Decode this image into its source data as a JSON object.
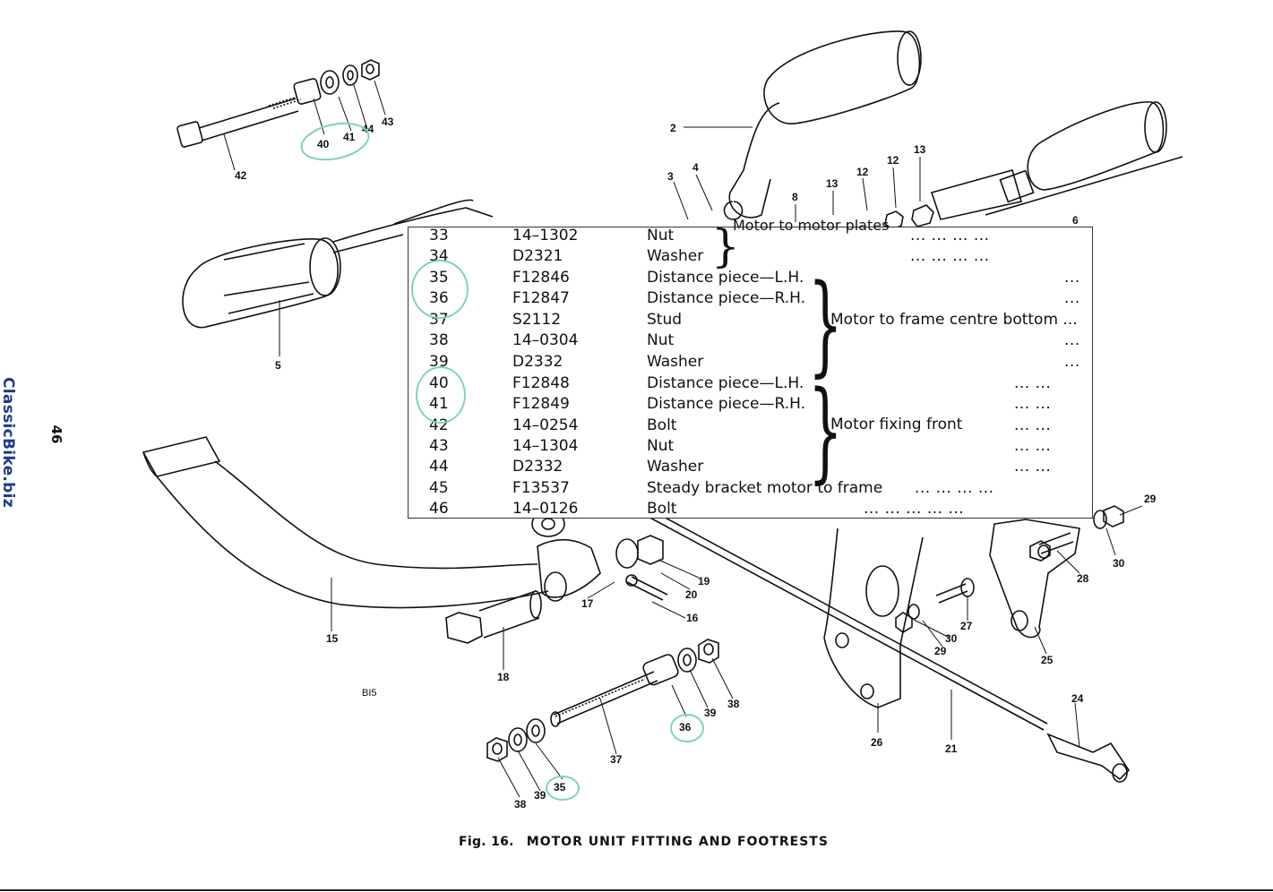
{
  "brand": "ClassicBike.biz",
  "page_number": "46",
  "figure_ref": "BI5",
  "caption": {
    "number": "Fig. 16.",
    "title": "MOTOR UNIT FITTING AND FOOTRESTS"
  },
  "callouts": [
    "2",
    "3",
    "4",
    "5",
    "6",
    "8",
    "12",
    "13",
    "15",
    "16",
    "17",
    "18",
    "19",
    "20",
    "21",
    "24",
    "25",
    "26",
    "27",
    "28",
    "29",
    "30",
    "35",
    "36",
    "37",
    "38",
    "39",
    "40",
    "41",
    "42",
    "43",
    "44"
  ],
  "parts_list": {
    "header_partial": "Motor to motor plates",
    "rows": [
      {
        "no": "33",
        "part": "14–1302",
        "desc": "Nut",
        "dots": "... ... ... ..."
      },
      {
        "no": "34",
        "part": "D2321",
        "desc": "Washer",
        "dots": "... ... ... ..."
      },
      {
        "no": "35",
        "part": "F12846",
        "desc": "Distance piece—L.H.",
        "dots": "..."
      },
      {
        "no": "36",
        "part": "F12847",
        "desc": "Distance piece—R.H.",
        "dots": "..."
      },
      {
        "no": "37",
        "part": "S2112",
        "desc": "Stud",
        "dots": "..."
      },
      {
        "no": "38",
        "part": "14–0304",
        "desc": "Nut",
        "dots": "..."
      },
      {
        "no": "39",
        "part": "D2332",
        "desc": "Washer",
        "dots": "..."
      },
      {
        "no": "40",
        "part": "F12848",
        "desc": "Distance piece—L.H.",
        "dots": "... ..."
      },
      {
        "no": "41",
        "part": "F12849",
        "desc": "Distance piece—R.H.",
        "dots": "... ..."
      },
      {
        "no": "42",
        "part": "14–0254",
        "desc": "Bolt",
        "dots": "... ..."
      },
      {
        "no": "43",
        "part": "14–1304",
        "desc": "Nut",
        "dots": "... ..."
      },
      {
        "no": "44",
        "part": "D2332",
        "desc": "Washer",
        "dots": "... ..."
      },
      {
        "no": "45",
        "part": "F13537",
        "desc": "Steady bracket motor to frame",
        "dots": "... ... ... ..."
      },
      {
        "no": "46",
        "part": "14–0126",
        "desc": "Bolt",
        "dots": "... ... ... ... ..."
      }
    ],
    "groups": {
      "centre_bottom": "Motor to frame centre bottom ...",
      "fixing_front": "Motor fixing front"
    }
  },
  "highlight_color": "#7fd3c0"
}
